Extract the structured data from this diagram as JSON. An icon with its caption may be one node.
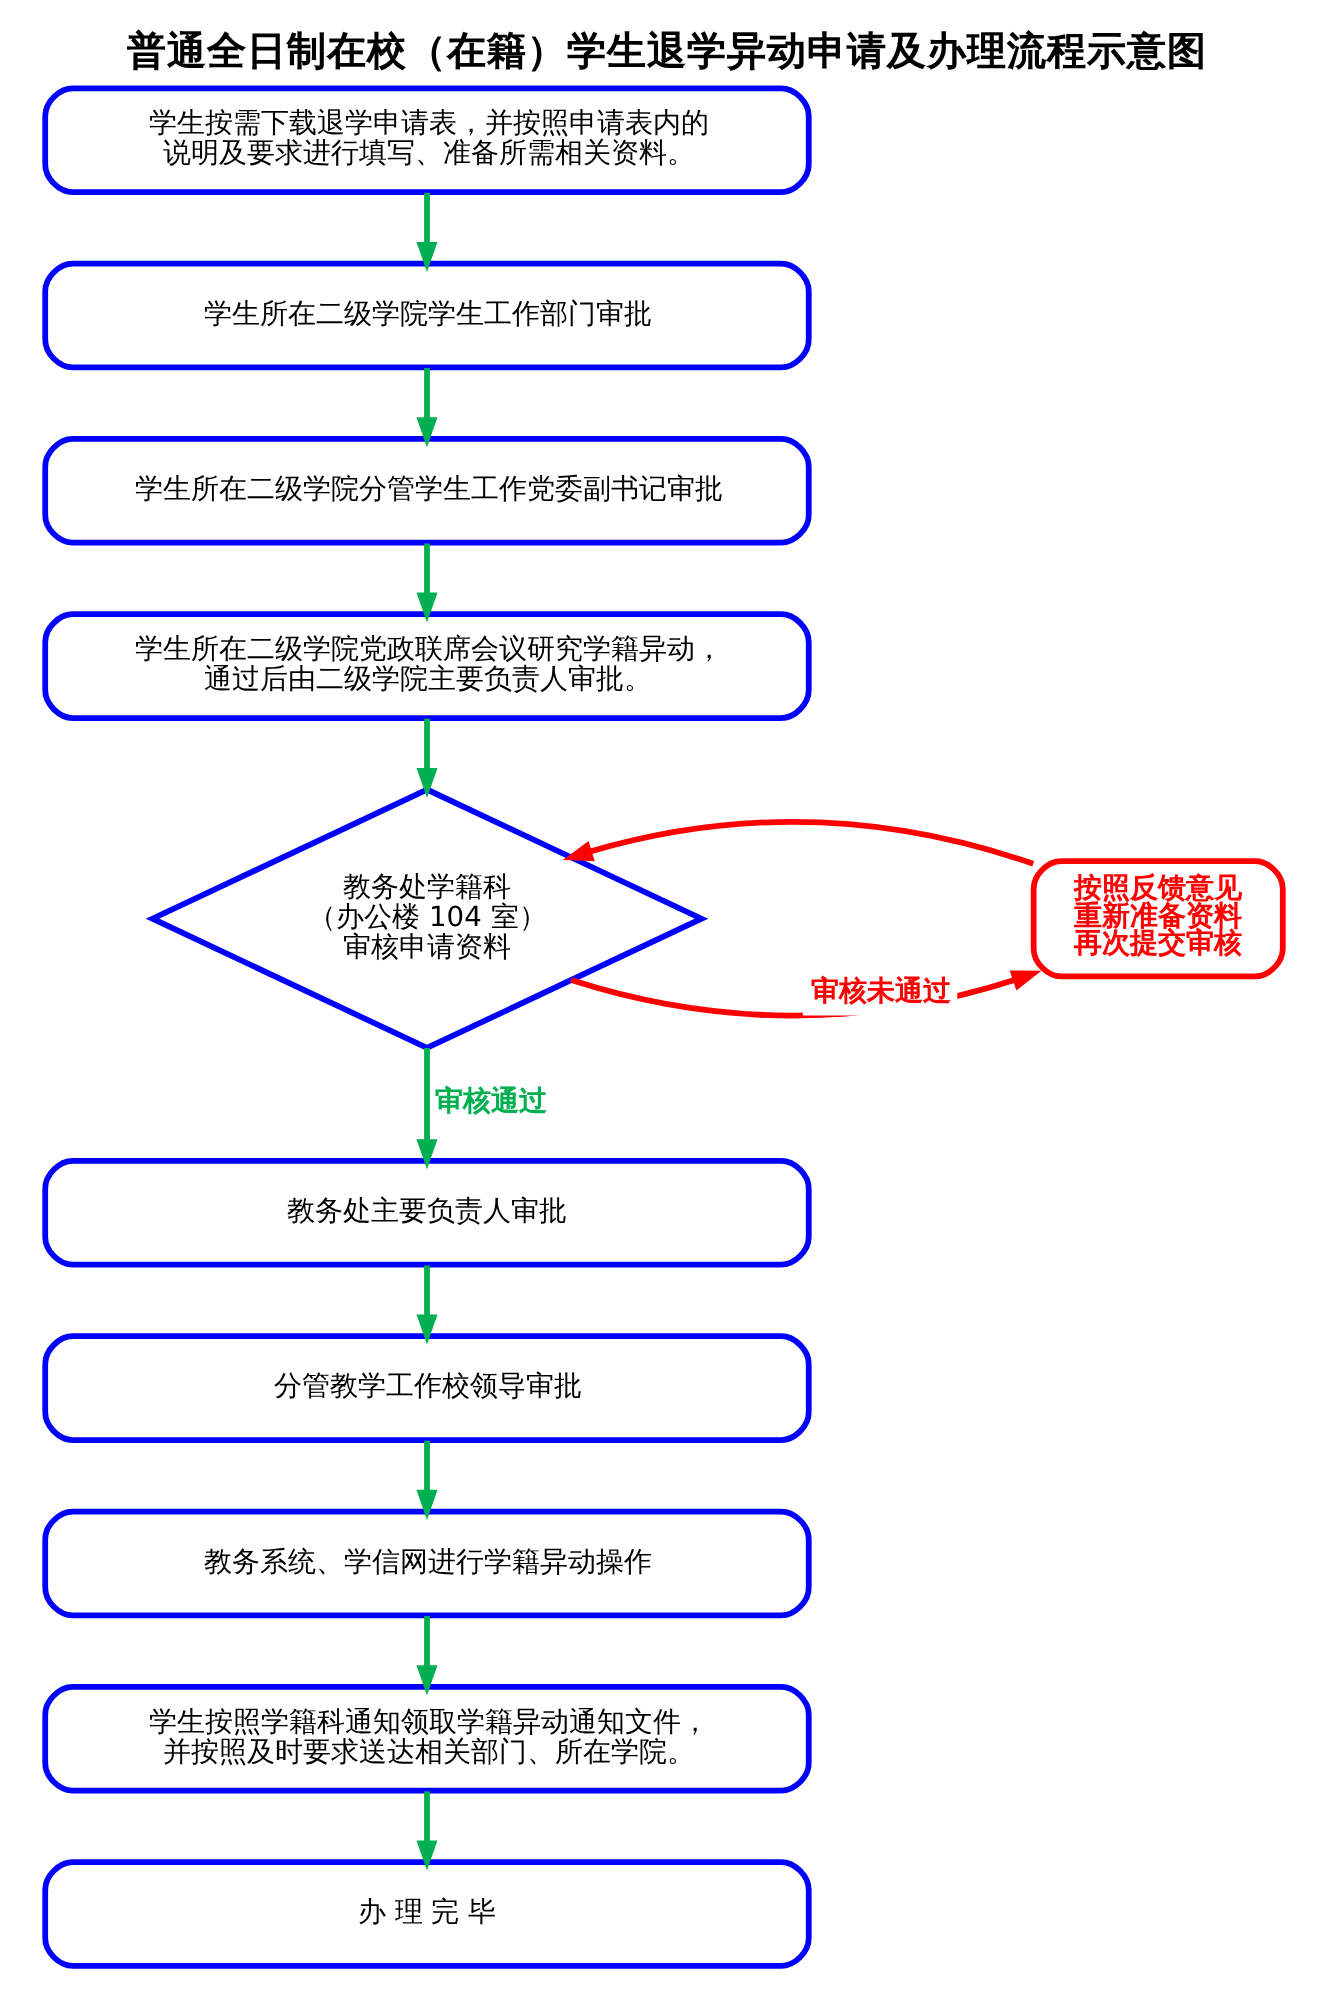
{
  "diagram": {
    "title": "普通全日制在校（在籍）学生退学异动申请及办理流程示意图",
    "nodes": [
      {
        "text": [
          "学生按需下载退学申请表，并按照申请表内的说明及要求进行填写、准备所需相关资料。"
        ]
      },
      {
        "text": [
          "学生所在二级学院学生工作部门审批"
        ]
      },
      {
        "text": [
          "学生所在二级学院分管学生工作党委副书记审批"
        ]
      },
      {
        "text": [
          "学生所在二级学院党政联席会议研究学籍异动，通过后由二级学院主要负责人审批。"
        ]
      },
      {
        "text": [
          "教务处学籍科（办公楼 104 室）审核申请资料"
        ]
      },
      {
        "text": [
          "按照反馈意见重新准备资料再次提交审核"
        ]
      },
      {
        "text": [
          "教务处主要负责人审批"
        ]
      },
      {
        "text": [
          "分管教学工作校领导审批"
        ]
      },
      {
        "text": [
          "教务系统、学信网进行学籍异动操作"
        ]
      },
      {
        "text": [
          "学生按照学籍科通知领取学籍异动通知文件，并按照及时要求送达相关部门、所在学院。"
        ]
      },
      {
        "text": [
          "办 理 完 毕"
        ]
      }
    ],
    "edges": [
      {
        "from": 0,
        "to": 1,
        "arrow": "to"
      },
      {
        "from": 1,
        "to": 2,
        "arrow": "to"
      },
      {
        "from": 2,
        "to": 3,
        "arrow": "to"
      },
      {
        "from": 3,
        "to": 4,
        "arrow": "to"
      },
      {
        "from": 4,
        "to": 5,
        "arrow": "to",
        "label": "审核未通过",
        "color": "#ff0000"
      },
      {
        "from": 5,
        "to": 4,
        "arrow": "to",
        "color": "#ff0000"
      },
      {
        "from": 4,
        "to": 6,
        "arrow": "to",
        "label": "审核通过"
      },
      {
        "from": 6,
        "to": 7,
        "arrow": "to"
      },
      {
        "from": 7,
        "to": 8,
        "arrow": "to"
      },
      {
        "from": 8,
        "to": 9,
        "arrow": "to"
      },
      {
        "from": 9,
        "to": 10,
        "arrow": "to"
      }
    ]
  }
}
